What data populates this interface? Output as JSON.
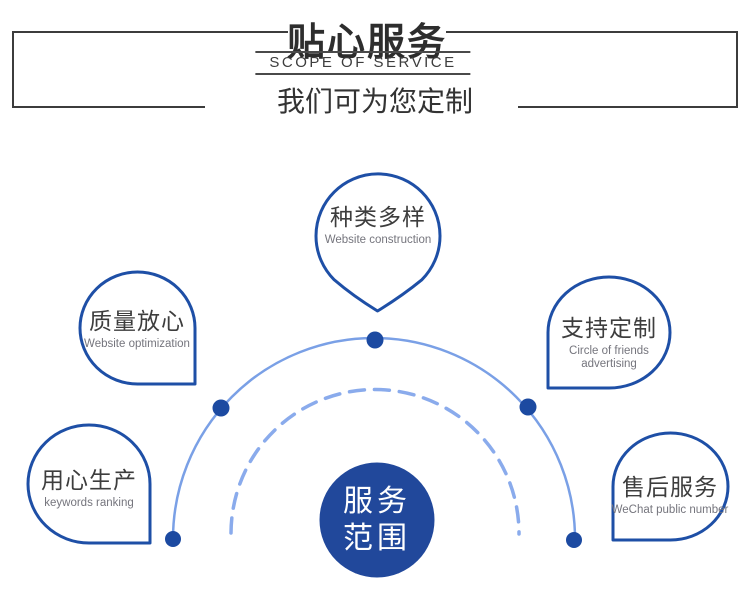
{
  "header": {
    "title": "贴心服务",
    "subtitle_en": "SCOPE OF SERVICE",
    "tagline": "我们可为您定制"
  },
  "center_badge": {
    "line1": "服务",
    "line2": "范围"
  },
  "balloons": [
    {
      "position": "top",
      "title": "种类多样",
      "subtitle": "Website construction"
    },
    {
      "position": "left-upper",
      "title": "质量放心",
      "subtitle": "Website optimization"
    },
    {
      "position": "right-upper",
      "title": "支持定制",
      "subtitle": "Circle of friends advertising"
    },
    {
      "position": "bottom-left",
      "title": "用心生产",
      "subtitle": "keywords ranking"
    },
    {
      "position": "bottom-right",
      "title": "售后服务",
      "subtitle": "WeChat public number"
    }
  ],
  "colors": {
    "balloon_border": "#1e4fa6",
    "node_dot": "#1c4aa1",
    "arc_solid": "#7aa0e6",
    "arc_dashed": "#8aabec",
    "center_fill": "#21489b",
    "header_text": "#2d2d2d",
    "label_text": "#3d3d3d",
    "sub_text": "#75757d"
  }
}
